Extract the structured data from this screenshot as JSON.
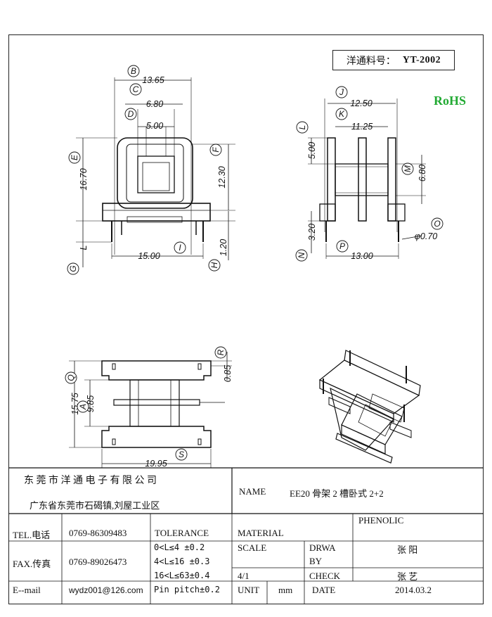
{
  "part_number": {
    "label": "洋通料号：",
    "value": "YT-2002"
  },
  "rohs": "RoHS",
  "front_view": {
    "dims": {
      "B": "13.65",
      "C": "6.80",
      "D": "5.00",
      "E": "16.70",
      "F": "12.30",
      "G": "L",
      "H": "1.20",
      "I": "15.00"
    },
    "letters": [
      "B",
      "C",
      "D",
      "E",
      "F",
      "G",
      "H",
      "I"
    ]
  },
  "side_view": {
    "dims": {
      "J": "12.50",
      "K": "11.25",
      "L": "5.00",
      "M": "6.80",
      "N": "3.20",
      "O": "φ0.70",
      "P": "13.00"
    },
    "letters": [
      "J",
      "K",
      "L",
      "M",
      "N",
      "O",
      "P"
    ]
  },
  "top_view": {
    "dims": {
      "Q": "15.75",
      "A": "9.85",
      "R": "0.85",
      "S": "19.95"
    },
    "letters": [
      "Q",
      "A",
      "R",
      "S"
    ]
  },
  "title_block": {
    "company": "东 莞 市 洋 通 电 子 有 限 公 司",
    "address": "广东省东莞市石碣镇,刘屋工业区",
    "name_label": "NAME",
    "name_value": "EE20 骨架 2 槽卧式 2+2",
    "tel_label": "TEL.电话",
    "tel_value": "0769-86309483",
    "fax_label": "FAX.传真",
    "fax_value": "0769-89026473",
    "email_label": "E--mail",
    "email_value": "wydz001@126.com",
    "tolerance_label": "TOLERANCE",
    "tolerance_lines": [
      "0<L≤4   ±0.2",
      "4<L≤16  ±0.3",
      "16<L≤63±0.4",
      "Pin pitch±0.2"
    ],
    "material_label": "MATERIAL",
    "material_value": "PHENOLIC",
    "scale_label": "SCALE",
    "scale_value": "4/1",
    "drawn_label_1": "DRWA",
    "drawn_label_2": "BY",
    "drawn_value": "张 阳",
    "check_label": "CHECK",
    "check_value": "张 艺",
    "unit_label": "UNIT",
    "unit_value": "mm",
    "date_label": "DATE",
    "date_value": "2014.03.2"
  }
}
